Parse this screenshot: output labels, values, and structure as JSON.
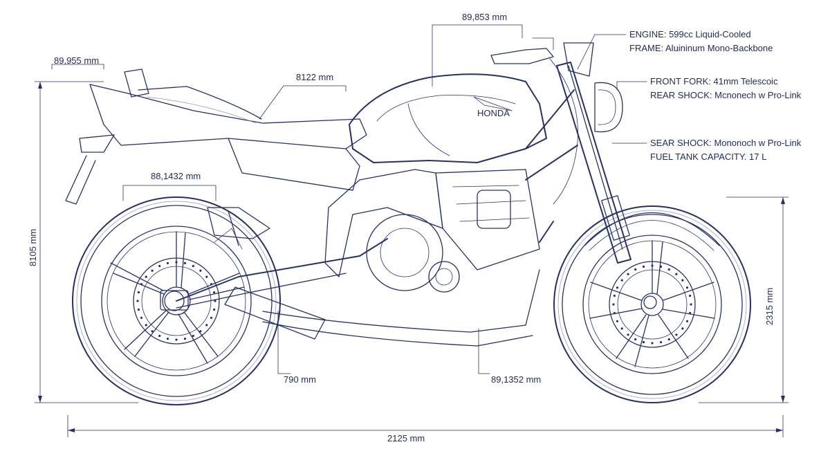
{
  "dimensions": {
    "top_center": "89,853 mm",
    "top_left": "89,955 mm",
    "seat": "8122 mm",
    "rear_upper": "88,1432 mm",
    "left_height": "8105 mm",
    "right_height": "2315 mm",
    "seat_bottom": "790 mm",
    "mid_bottom": "89,1352 mm",
    "overall_length": "2125 mm"
  },
  "specs": [
    "ENGINE: 599cc Liquid-Cooled",
    "FRAME: Aluininum Mono-Backbone",
    "FRONT FORK: 41mm Telescoic",
    "REAR SHOCK: Mcnonech w Pro-Link",
    "SEAR SHOCK: Mononoch w Pro-Link",
    "FUEL TANK CAPACITY. 17 L"
  ],
  "brand_logo": "HONDA",
  "colors": {
    "line": "#25306b",
    "text": "#1f2a5c",
    "background": "#ffffff"
  }
}
